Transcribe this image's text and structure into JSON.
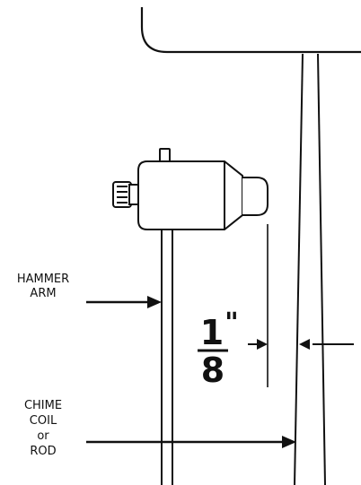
{
  "diagram": {
    "hammer_arm_label": [
      "HAMMER",
      "ARM"
    ],
    "chime_label": [
      "CHIME",
      "COIL",
      "or",
      "ROD"
    ],
    "gap_fraction": {
      "numerator": "1",
      "denominator": "8",
      "unit": "\""
    }
  },
  "colors": {
    "line": "#111111",
    "background": "#ffffff"
  }
}
